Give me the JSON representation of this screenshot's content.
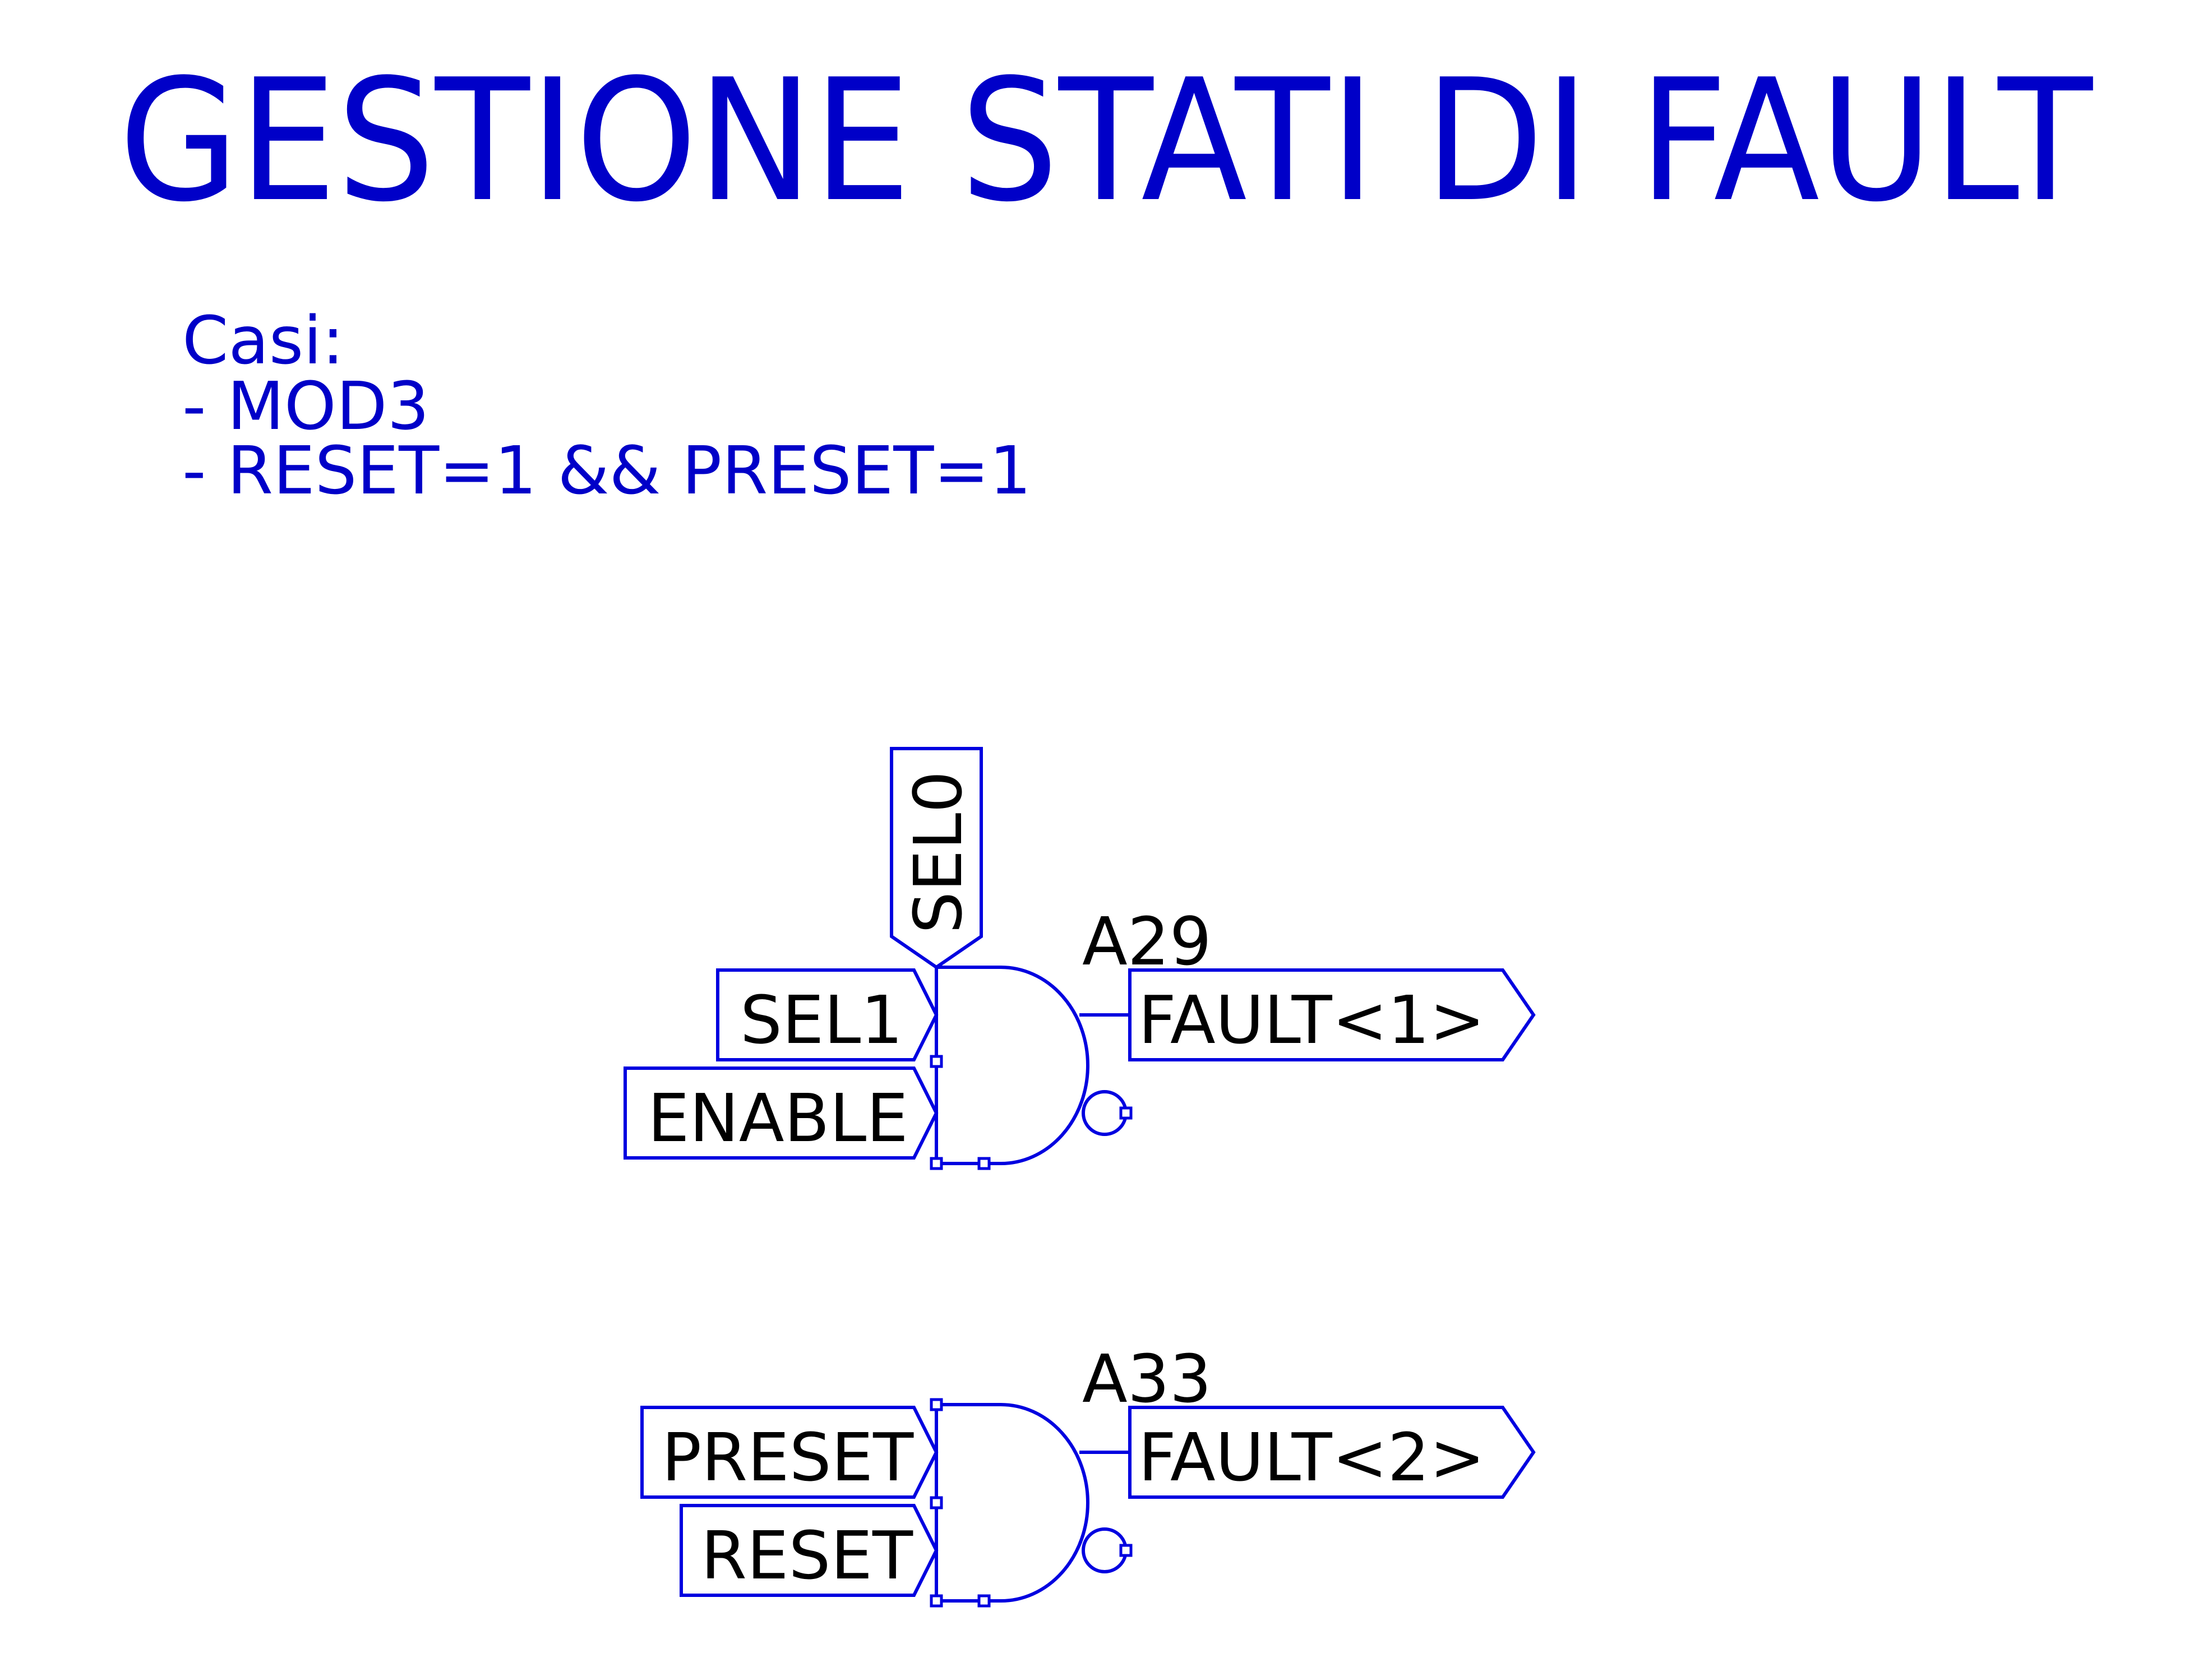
{
  "title": "GESTIONE STATI DI FAULT",
  "notes": {
    "heading": "Casi:",
    "lines": [
      "- MOD3",
      "- RESET=1 && PRESET=1"
    ]
  },
  "colors": {
    "accent": "#0000c8",
    "wire": "#0000e0",
    "label": "#000000"
  },
  "gates": [
    {
      "id": "A29",
      "type": "nand",
      "inputs": [
        "SEL0",
        "SEL1",
        "ENABLE"
      ],
      "output": "FAULT<1>"
    },
    {
      "id": "A33",
      "type": "nand",
      "inputs": [
        "PRESET",
        "RESET"
      ],
      "output": "FAULT<2>"
    }
  ]
}
